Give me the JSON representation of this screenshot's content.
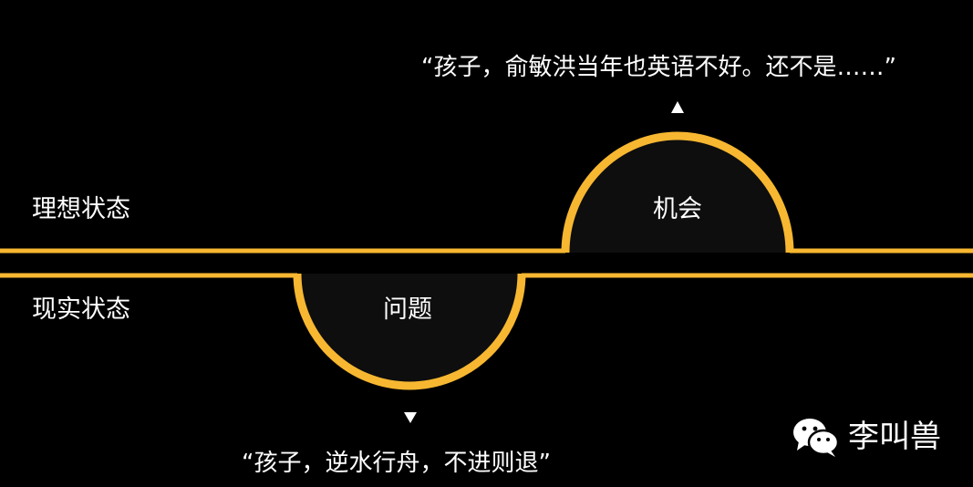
{
  "colors": {
    "background": "#000000",
    "line": "#f7b731",
    "bubble_fill": "#0e0e0e",
    "text": "#ffffff"
  },
  "ideal_state": {
    "label": "理想状态"
  },
  "real_state": {
    "label": "现实状态"
  },
  "opportunity": {
    "label": "机会",
    "quote": "“孩子，俞敏洪当年也英语不好。还不是……”",
    "arrow_icon": "triangle-up-icon"
  },
  "problem": {
    "label": "问题",
    "quote": "“孩子，逆水行舟，不进则退”",
    "arrow_icon": "triangle-down-icon"
  },
  "watermark": {
    "icon": "wechat-icon",
    "text": "李叫兽"
  }
}
